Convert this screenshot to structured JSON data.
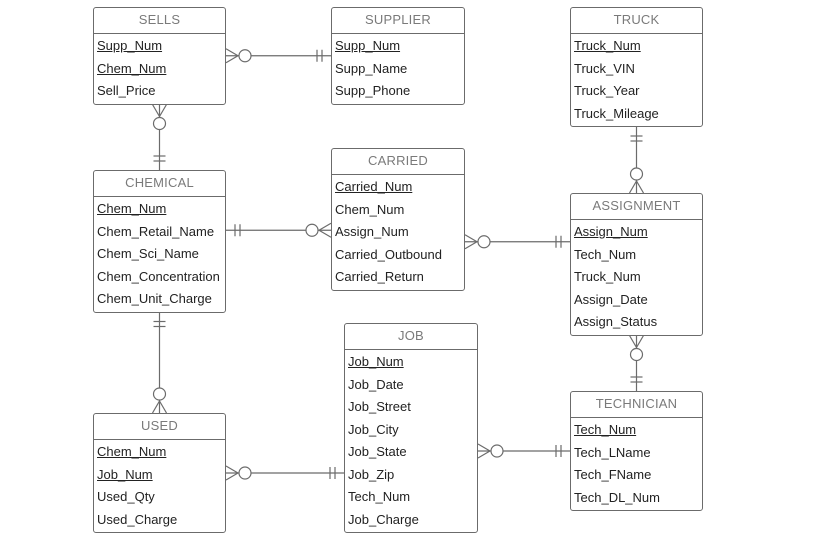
{
  "diagram": {
    "entities": [
      {
        "id": "sells",
        "title": "SELLS",
        "attributes": [
          {
            "name": "Supp_Num",
            "pk": true
          },
          {
            "name": "Chem_Num",
            "pk": true
          },
          {
            "name": "Sell_Price",
            "pk": false
          }
        ]
      },
      {
        "id": "supplier",
        "title": "SUPPLIER",
        "attributes": [
          {
            "name": "Supp_Num",
            "pk": true
          },
          {
            "name": "Supp_Name",
            "pk": false
          },
          {
            "name": "Supp_Phone",
            "pk": false
          }
        ]
      },
      {
        "id": "truck",
        "title": "TRUCK",
        "attributes": [
          {
            "name": "Truck_Num",
            "pk": true
          },
          {
            "name": "Truck_VIN",
            "pk": false
          },
          {
            "name": "Truck_Year",
            "pk": false
          },
          {
            "name": "Truck_Mileage",
            "pk": false
          }
        ]
      },
      {
        "id": "chemical",
        "title": "CHEMICAL",
        "attributes": [
          {
            "name": "Chem_Num",
            "pk": true
          },
          {
            "name": "Chem_Retail_Name",
            "pk": false
          },
          {
            "name": "Chem_Sci_Name",
            "pk": false
          },
          {
            "name": "Chem_Concentration",
            "pk": false
          },
          {
            "name": "Chem_Unit_Charge",
            "pk": false
          }
        ]
      },
      {
        "id": "carried",
        "title": "CARRIED",
        "attributes": [
          {
            "name": "Carried_Num",
            "pk": true
          },
          {
            "name": "Chem_Num",
            "pk": false
          },
          {
            "name": "Assign_Num",
            "pk": false
          },
          {
            "name": "Carried_Outbound",
            "pk": false
          },
          {
            "name": "Carried_Return",
            "pk": false
          }
        ]
      },
      {
        "id": "assignment",
        "title": "ASSIGNMENT",
        "attributes": [
          {
            "name": "Assign_Num",
            "pk": true
          },
          {
            "name": "Tech_Num",
            "pk": false
          },
          {
            "name": "Truck_Num",
            "pk": false
          },
          {
            "name": "Assign_Date",
            "pk": false
          },
          {
            "name": "Assign_Status",
            "pk": false
          }
        ]
      },
      {
        "id": "job",
        "title": "JOB",
        "attributes": [
          {
            "name": "Job_Num",
            "pk": true
          },
          {
            "name": "Job_Date",
            "pk": false
          },
          {
            "name": "Job_Street",
            "pk": false
          },
          {
            "name": "Job_City",
            "pk": false
          },
          {
            "name": "Job_State",
            "pk": false
          },
          {
            "name": "Job_Zip",
            "pk": false
          },
          {
            "name": "Tech_Num",
            "pk": false
          },
          {
            "name": "Job_Charge",
            "pk": false
          }
        ]
      },
      {
        "id": "used",
        "title": "USED",
        "attributes": [
          {
            "name": "Chem_Num",
            "pk": true
          },
          {
            "name": "Job_Num",
            "pk": true
          },
          {
            "name": "Used_Qty",
            "pk": false
          },
          {
            "name": "Used_Charge",
            "pk": false
          }
        ]
      },
      {
        "id": "technician",
        "title": "TECHNICIAN",
        "attributes": [
          {
            "name": "Tech_Num",
            "pk": true
          },
          {
            "name": "Tech_LName",
            "pk": false
          },
          {
            "name": "Tech_FName",
            "pk": false
          },
          {
            "name": "Tech_DL_Num",
            "pk": false
          }
        ]
      }
    ],
    "relationships": [
      {
        "from": "sells",
        "to": "supplier",
        "from_end": "zero-or-many",
        "to_end": "one-and-only-one"
      },
      {
        "from": "sells",
        "to": "chemical",
        "from_end": "zero-or-many",
        "to_end": "one-and-only-one"
      },
      {
        "from": "chemical",
        "to": "carried",
        "from_end": "one-and-only-one",
        "to_end": "zero-or-many"
      },
      {
        "from": "carried",
        "to": "assignment",
        "from_end": "zero-or-many",
        "to_end": "one-and-only-one"
      },
      {
        "from": "truck",
        "to": "assignment",
        "from_end": "one-and-only-one",
        "to_end": "zero-or-many"
      },
      {
        "from": "assignment",
        "to": "technician",
        "from_end": "zero-or-many",
        "to_end": "one-and-only-one"
      },
      {
        "from": "chemical",
        "to": "used",
        "from_end": "one-and-only-one",
        "to_end": "zero-or-many"
      },
      {
        "from": "used",
        "to": "job",
        "from_end": "zero-or-many",
        "to_end": "one-and-only-one"
      },
      {
        "from": "job",
        "to": "technician",
        "from_end": "zero-or-many",
        "to_end": "one-and-only-one"
      }
    ],
    "colors": {
      "line": "#6b6b6b",
      "title_text": "#7a7a7a",
      "attr_text": "#222222"
    }
  }
}
